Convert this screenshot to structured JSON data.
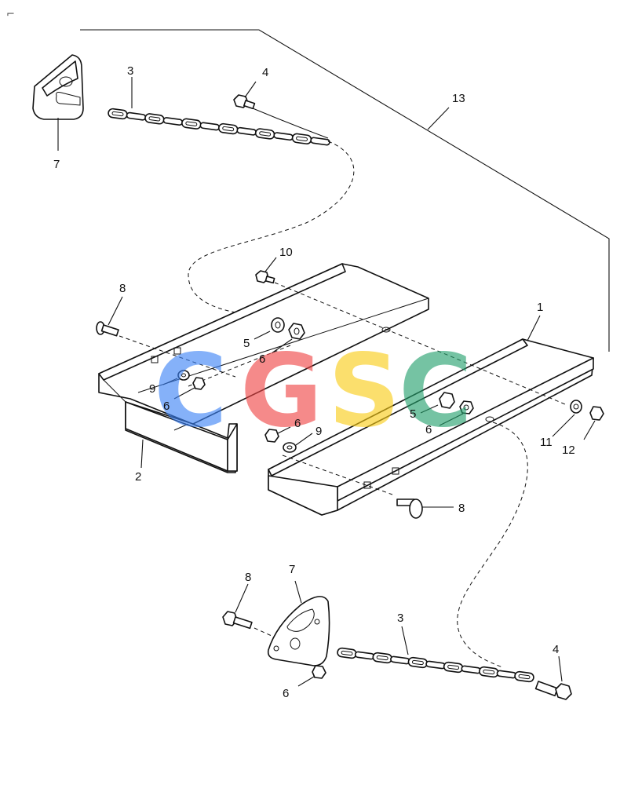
{
  "corner_mark": "⌐",
  "labels": {
    "p1": "1",
    "p2": "2",
    "p3_top": "3",
    "p3_bottom": "3",
    "p4_top": "4",
    "p4_bottom": "4",
    "p5_left": "5",
    "p5_right": "5",
    "p6_left": "6",
    "p6_mid_left": "6",
    "p6_center": "6",
    "p6_right": "6",
    "p6_bottom": "6",
    "p7_top": "7",
    "p7_bottom": "7",
    "p8_left": "8",
    "p8_right": "8",
    "p8_bottom": "8",
    "p9_left": "9",
    "p9_center": "9",
    "p10": "10",
    "p11": "11",
    "p12": "12",
    "p13": "13"
  },
  "watermark": {
    "letters": [
      "C",
      "G",
      "S",
      "C"
    ],
    "colors": [
      "#3b82f6",
      "#ef4444",
      "#facc15",
      "#22a06b"
    ]
  }
}
